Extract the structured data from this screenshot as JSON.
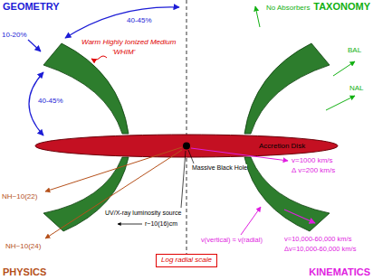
{
  "diagram": {
    "nodes": [
      {
        "text": [
          "Accretion Disk"
        ]
      },
      {
        "text": [
          "Log radial scale"
        ]
      }
    ],
    "labels": [
      "GEOMETRY",
      "TAXONOMY",
      "PHYSICS",
      "KINEMATICS",
      "40-45%",
      "10-20%",
      "40-45%",
      "Warm Highly Ionized Medium",
      "'WHIM'",
      "No Absorbers",
      "BAL",
      "NAL",
      "Massive Black Hole",
      "UV/X-ray luminosity source",
      "r~10(16)cm",
      "NH~10(22)",
      "NH~10(24)",
      "v=1000 km/s",
      "Δ v=200 km/s",
      "v(vertical) ≈ v(radial)",
      "v=10,000-60,000 km/s",
      "Δv=10,000-60,000 km/s"
    ]
  }
}
